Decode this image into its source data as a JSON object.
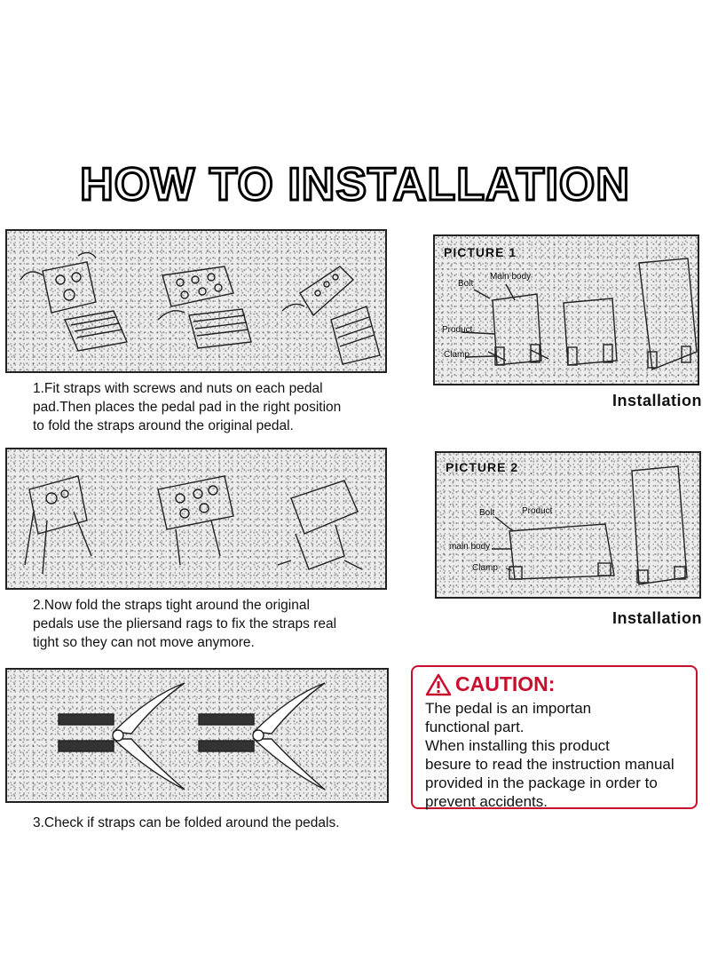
{
  "title": "HOW TO INSTALLATION",
  "steps": [
    {
      "lines": [
        "1.Fit straps with screws and nuts on each pedal",
        "pad.Then places the pedal pad in the right position",
        "to fold the straps around the original pedal."
      ]
    },
    {
      "lines": [
        "2.Now fold the straps tight around the original",
        "pedals use the pliersand rags to fix the straps real",
        "tight so they can not move anymore."
      ]
    },
    {
      "lines": [
        "3.Check if straps can be folded around the pedals."
      ]
    }
  ],
  "picture1": {
    "title": "PICTURE 1",
    "labels": {
      "main_body": "Maln body",
      "bolt": "Bolt",
      "product": "Product",
      "clamp": "Clamp"
    },
    "caption": "Installation"
  },
  "picture2": {
    "title": "PICTURE 2",
    "labels": {
      "bolt": "Bolt",
      "product": "Product",
      "main_body": "maln  body",
      "clamp": "Clamp"
    },
    "caption": "Installation"
  },
  "caution": {
    "heading": "CAUTION:",
    "lines": [
      "The pedal is an importan",
      "functional part.",
      "When installing this product",
      "besure to read the instruction manual",
      "provided in the package in order to",
      "prevent accidents."
    ],
    "color": "#c8102e"
  }
}
